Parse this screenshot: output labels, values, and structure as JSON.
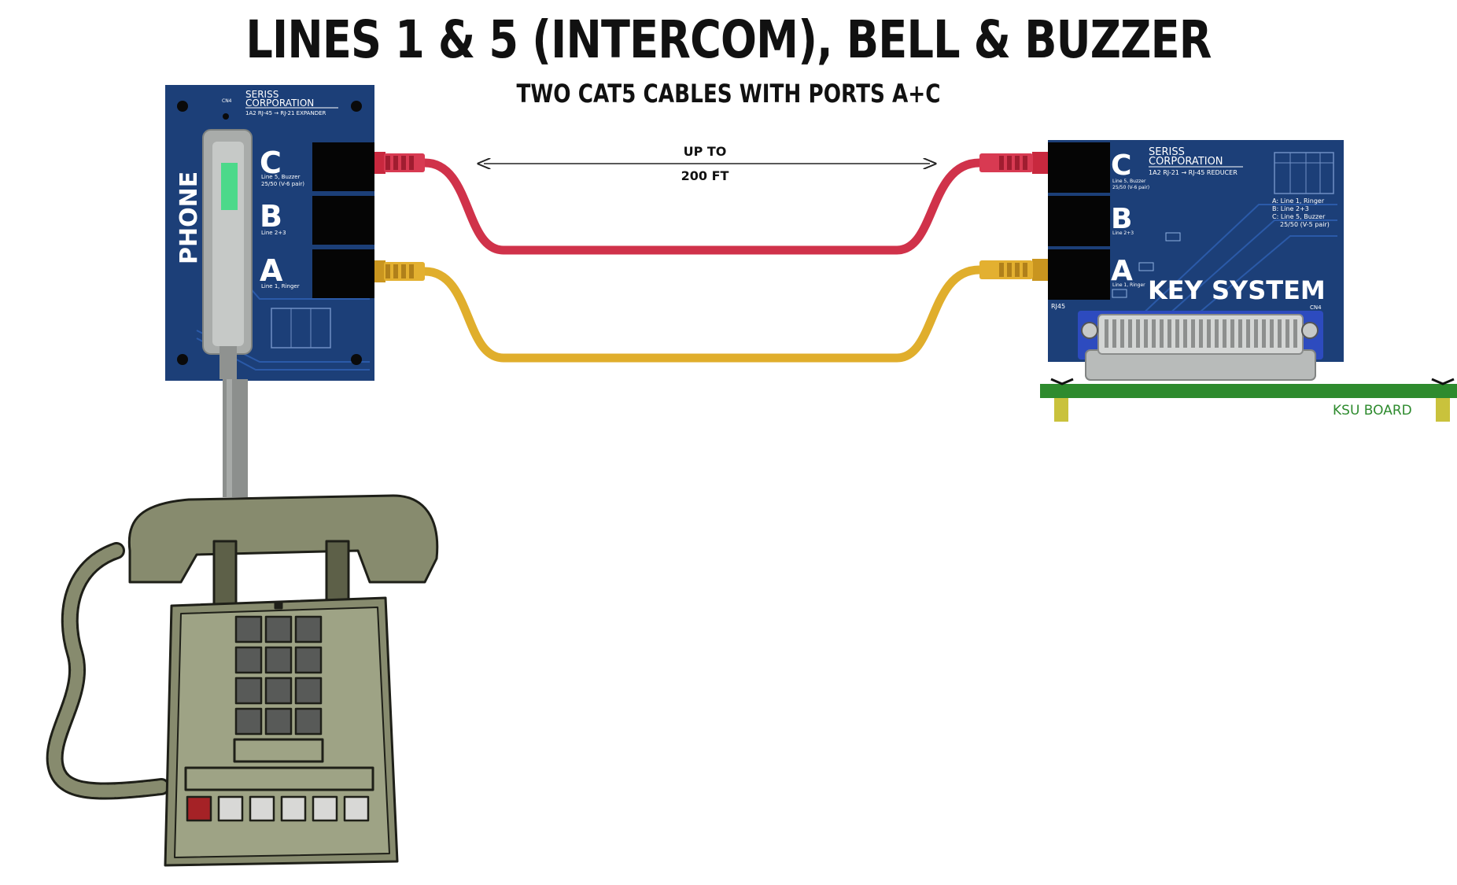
{
  "title": "LINES 1 & 5 (INTERCOM), BELL & BUZZER",
  "subtitle": "TWO CAT5 CABLES WITH PORTS A+C",
  "distance": {
    "line1": "UP TO",
    "line2": "200 FT"
  },
  "left_board": {
    "company_line1": "SERISS",
    "company_line2": "CORPORATION",
    "product": "1A2  RJ-45 → RJ-21 EXPANDER",
    "cn_label": "CN4",
    "side_label": "PHONE",
    "ports": [
      {
        "letter": "C",
        "desc1": "Line 5, Buzzer",
        "desc2": "25/50 (V-6 pair)"
      },
      {
        "letter": "B",
        "desc1": "Line 2+3",
        "desc2": ""
      },
      {
        "letter": "A",
        "desc1": "Line 1, Ringer",
        "desc2": ""
      }
    ]
  },
  "right_board": {
    "company_line1": "SERISS",
    "company_line2": "CORPORATION",
    "product": "1A2  RJ-21 → RJ-45 REDUCER",
    "title": "KEY SYSTEM",
    "rj45_label": "RJ45",
    "cn_label": "CN4",
    "legend": [
      "A: Line 1, Ringer",
      "B: Line 2+3",
      "C: Line 5, Buzzer",
      "25/50 (V-5 pair)"
    ],
    "ports": [
      {
        "letter": "C",
        "desc1": "Line 5, Buzzer",
        "desc2": "25/50 (V-6 pair)"
      },
      {
        "letter": "B",
        "desc1": "Line 2+3",
        "desc2": ""
      },
      {
        "letter": "A",
        "desc1": "Line 1, Ringer",
        "desc2": ""
      }
    ]
  },
  "ksu_label": "KSU BOARD",
  "colors": {
    "board": "#1c3f78",
    "cable_c": "#d0324a",
    "cable_a": "#e0ae2c",
    "ksu_pcb": "#2e8b2e",
    "ksu_text": "#2e8b2e",
    "phone_body": "#878b6e",
    "phone_dark": "#5d6048"
  }
}
